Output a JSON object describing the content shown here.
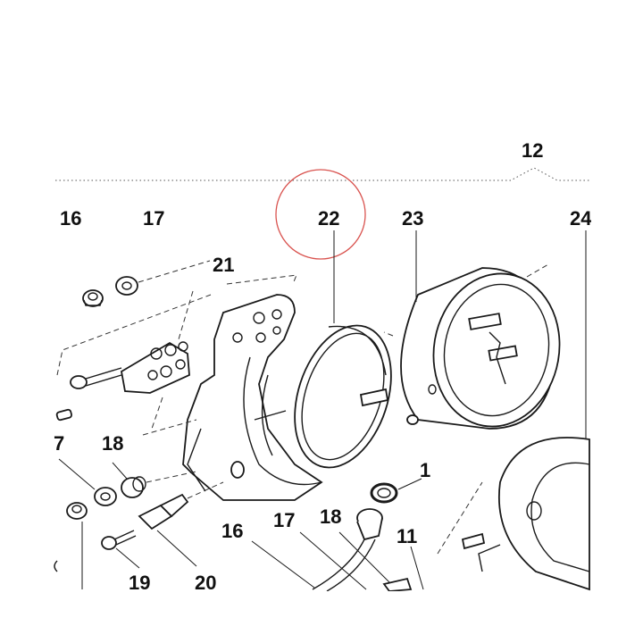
{
  "callouts": {
    "c12": "12",
    "c16_top": "16",
    "c17_top": "17",
    "c22": "22",
    "c23": "23",
    "c24": "24",
    "c21": "21",
    "c7": "7",
    "c18_left": "18",
    "c1": "1",
    "c16_bottom": "16",
    "c17_bottom": "17",
    "c18_bottom": "18",
    "c11": "11",
    "c19": "19",
    "c20": "20"
  },
  "highlight": {
    "target": "22",
    "color": "#d9534f"
  }
}
